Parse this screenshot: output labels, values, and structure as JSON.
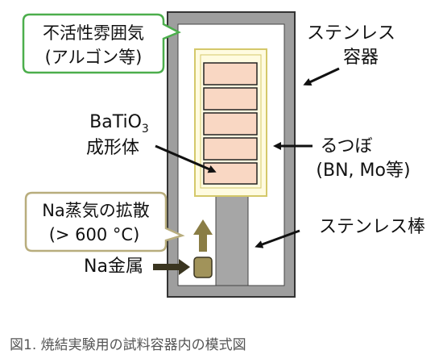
{
  "labels": {
    "atmosphere_line1": "不活性雰囲気",
    "atmosphere_line2": "(アルゴン等)",
    "container_line1": "ステンレス",
    "container_line2": "容器",
    "sample_line1_main": "BaTiO",
    "sample_line1_sub": "3",
    "sample_line2": "成形体",
    "crucible_line1": "るつぼ",
    "crucible_line2": "(BN, Mo等)",
    "vapor_line1": "Na蒸気の拡散",
    "vapor_line2": "(> 600 °C)",
    "rod": "ステンレス棒",
    "na_metal": "Na金属"
  },
  "caption": "図1. 焼結実験用の試料容器内の模式図",
  "colors": {
    "container_wall": "#9e9e9e",
    "container_outline": "#333333",
    "rod_fill": "#a6a6a6",
    "crucible_fill": "#fffbe0",
    "crucible_outline": "#d4c86a",
    "pellet_fill": "#f9d7c3",
    "pellet_outline": "#222222",
    "sodium_fill": "#a1935a",
    "sodium_outline": "#3a3520",
    "vapor_arrow": "#8a7d45",
    "callout_green": "#4cae4c",
    "callout_tan": "#b8ad7d"
  }
}
